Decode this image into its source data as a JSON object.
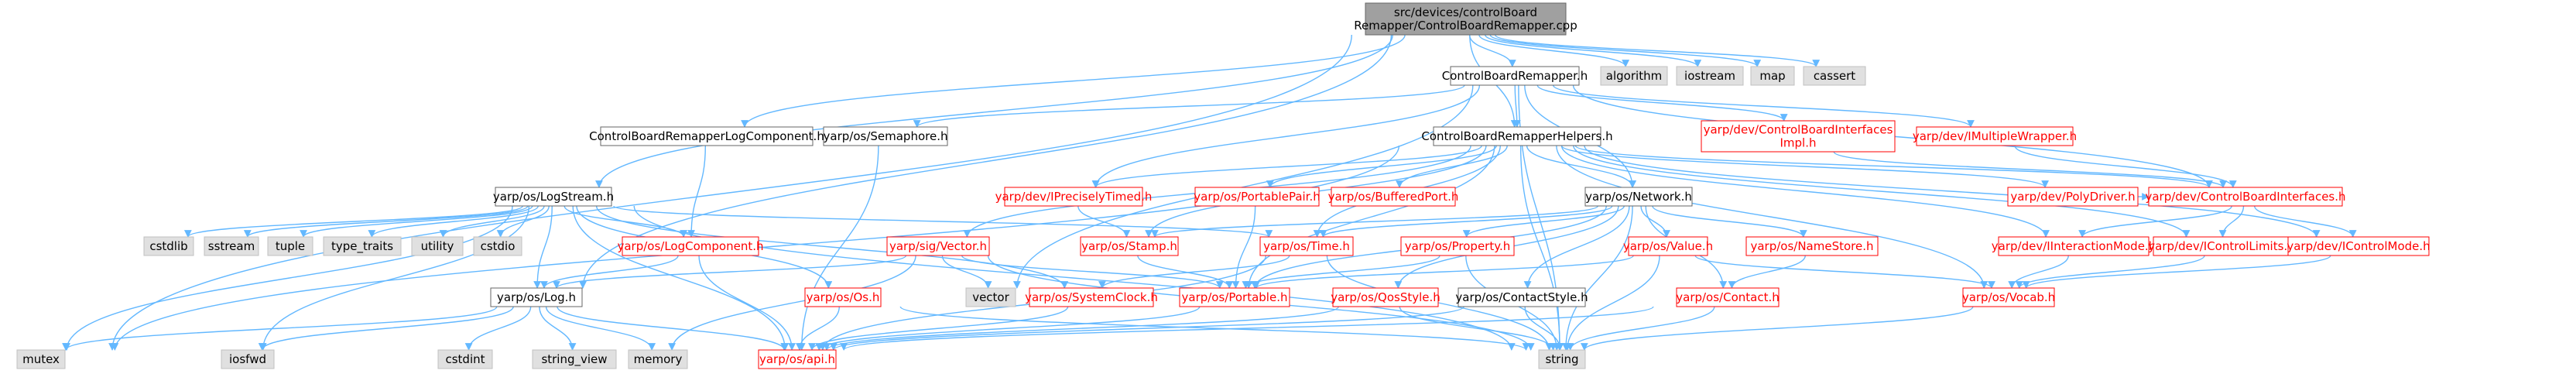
{
  "colors": {
    "root_fill": "#a0a0a0",
    "system_fill": "#e0e0e0",
    "project_fill": "#ffffff",
    "text_default": "#000000",
    "text_incomplete": "#ff0000",
    "border_default": "#666666",
    "border_incomplete": "#ff0000",
    "edge": "#63b8ff"
  },
  "nodes": {
    "root": {
      "lines": [
        "src/devices/controlBoard",
        "Remapper/ControlBoardRemapper.cpp"
      ],
      "kind": "root"
    },
    "cbr_h": {
      "lines": [
        "ControlBoardRemapper.h"
      ],
      "kind": "project"
    },
    "algorithm": {
      "lines": [
        "algorithm"
      ],
      "kind": "system"
    },
    "iostream": {
      "lines": [
        "iostream"
      ],
      "kind": "system"
    },
    "map": {
      "lines": [
        "map"
      ],
      "kind": "system"
    },
    "cassert": {
      "lines": [
        "cassert"
      ],
      "kind": "system"
    },
    "cbr_logcomp": {
      "lines": [
        "ControlBoardRemapperLogComponent.h"
      ],
      "kind": "project"
    },
    "semaphore": {
      "lines": [
        "yarp/os/Semaphore.h"
      ],
      "kind": "project"
    },
    "cbr_helpers": {
      "lines": [
        "ControlBoardRemapperHelpers.h"
      ],
      "kind": "project"
    },
    "cbi_impl": {
      "lines": [
        "yarp/dev/ControlBoardInterfaces",
        "Impl.h"
      ],
      "kind": "incomplete"
    },
    "imultiwrap": {
      "lines": [
        "yarp/dev/IMultipleWrapper.h"
      ],
      "kind": "incomplete"
    },
    "logstream": {
      "lines": [
        "yarp/os/LogStream.h"
      ],
      "kind": "project"
    },
    "iprecisely": {
      "lines": [
        "yarp/dev/IPreciselyTimed.h"
      ],
      "kind": "incomplete"
    },
    "portablepair": {
      "lines": [
        "yarp/os/PortablePair.h"
      ],
      "kind": "incomplete"
    },
    "bufferedport": {
      "lines": [
        "yarp/os/BufferedPort.h"
      ],
      "kind": "incomplete"
    },
    "network": {
      "lines": [
        "yarp/os/Network.h"
      ],
      "kind": "project"
    },
    "polydriver": {
      "lines": [
        "yarp/dev/PolyDriver.h"
      ],
      "kind": "incomplete"
    },
    "cbi": {
      "lines": [
        "yarp/dev/ControlBoardInterfaces.h"
      ],
      "kind": "incomplete"
    },
    "cstdlib": {
      "lines": [
        "cstdlib"
      ],
      "kind": "system"
    },
    "sstream": {
      "lines": [
        "sstream"
      ],
      "kind": "system"
    },
    "tuple": {
      "lines": [
        "tuple"
      ],
      "kind": "system"
    },
    "type_traits": {
      "lines": [
        "type_traits"
      ],
      "kind": "system"
    },
    "utility": {
      "lines": [
        "utility"
      ],
      "kind": "system"
    },
    "cstdio": {
      "lines": [
        "cstdio"
      ],
      "kind": "system"
    },
    "logcomp": {
      "lines": [
        "yarp/os/LogComponent.h"
      ],
      "kind": "incomplete"
    },
    "sigvector": {
      "lines": [
        "yarp/sig/Vector.h"
      ],
      "kind": "incomplete"
    },
    "stamp": {
      "lines": [
        "yarp/os/Stamp.h"
      ],
      "kind": "incomplete"
    },
    "time": {
      "lines": [
        "yarp/os/Time.h"
      ],
      "kind": "incomplete"
    },
    "property": {
      "lines": [
        "yarp/os/Property.h"
      ],
      "kind": "incomplete"
    },
    "value": {
      "lines": [
        "yarp/os/Value.h"
      ],
      "kind": "incomplete"
    },
    "namestore": {
      "lines": [
        "yarp/os/NameStore.h"
      ],
      "kind": "incomplete"
    },
    "iinteraction": {
      "lines": [
        "yarp/dev/IInteractionMode.h"
      ],
      "kind": "incomplete"
    },
    "icontrollimits": {
      "lines": [
        "yarp/dev/IControlLimits.h"
      ],
      "kind": "incomplete"
    },
    "icontrolmode": {
      "lines": [
        "yarp/dev/IControlMode.h"
      ],
      "kind": "incomplete"
    },
    "os_h": {
      "lines": [
        "yarp/os/Os.h"
      ],
      "kind": "incomplete"
    },
    "vector": {
      "lines": [
        "vector"
      ],
      "kind": "system"
    },
    "systemclock": {
      "lines": [
        "yarp/os/SystemClock.h"
      ],
      "kind": "incomplete"
    },
    "portable": {
      "lines": [
        "yarp/os/Portable.h"
      ],
      "kind": "incomplete"
    },
    "qosstyle": {
      "lines": [
        "yarp/os/QosStyle.h"
      ],
      "kind": "incomplete"
    },
    "contactstyle": {
      "lines": [
        "yarp/os/ContactStyle.h"
      ],
      "kind": "project"
    },
    "contact": {
      "lines": [
        "yarp/os/Contact.h"
      ],
      "kind": "incomplete"
    },
    "vocab": {
      "lines": [
        "yarp/os/Vocab.h"
      ],
      "kind": "incomplete"
    },
    "log": {
      "lines": [
        "yarp/os/Log.h"
      ],
      "kind": "project"
    },
    "mutex": {
      "lines": [
        "mutex"
      ],
      "kind": "system"
    },
    "iosfwd": {
      "lines": [
        "iosfwd"
      ],
      "kind": "system"
    },
    "cstdint": {
      "lines": [
        "cstdint"
      ],
      "kind": "system"
    },
    "string_view": {
      "lines": [
        "string_view"
      ],
      "kind": "system"
    },
    "memory": {
      "lines": [
        "memory"
      ],
      "kind": "system"
    },
    "api": {
      "lines": [
        "yarp/os/api.h"
      ],
      "kind": "incomplete"
    },
    "string": {
      "lines": [
        "string"
      ],
      "kind": "system"
    }
  },
  "edges": [
    [
      "root",
      "cbr_h"
    ],
    [
      "root",
      "algorithm"
    ],
    [
      "root",
      "iostream"
    ],
    [
      "root",
      "map"
    ],
    [
      "root",
      "cassert"
    ],
    [
      "root",
      "cbr_helpers"
    ],
    [
      "root",
      "logstream"
    ],
    [
      "root",
      "log"
    ],
    [
      "root",
      "mutex"
    ],
    [
      "root",
      "cbr_logcomp"
    ],
    [
      "cbr_h",
      "semaphore"
    ],
    [
      "cbr_h",
      "cbr_helpers"
    ],
    [
      "cbr_h",
      "cbi_impl"
    ],
    [
      "cbr_h",
      "imultiwrap"
    ],
    [
      "cbr_h",
      "iprecisely"
    ],
    [
      "cbr_h",
      "network"
    ],
    [
      "cbr_h",
      "cbi"
    ],
    [
      "cbr_h",
      "vector"
    ],
    [
      "cbr_h",
      "string"
    ],
    [
      "cbr_logcomp",
      "logcomp"
    ],
    [
      "semaphore",
      "api"
    ],
    [
      "cbi_impl",
      "cbi"
    ],
    [
      "imultiwrap",
      "cbi"
    ],
    [
      "cbr_helpers",
      "iprecisely"
    ],
    [
      "cbr_helpers",
      "portablepair"
    ],
    [
      "cbr_helpers",
      "bufferedport"
    ],
    [
      "cbr_helpers",
      "network"
    ],
    [
      "cbr_helpers",
      "polydriver"
    ],
    [
      "cbr_helpers",
      "cbi"
    ],
    [
      "cbr_helpers",
      "sigvector"
    ],
    [
      "cbr_helpers",
      "stamp"
    ],
    [
      "cbr_helpers",
      "time"
    ],
    [
      "cbr_helpers",
      "mutex"
    ],
    [
      "cbr_helpers",
      "string"
    ],
    [
      "cbr_helpers",
      "iinteraction"
    ],
    [
      "cbr_helpers",
      "icontrollimits"
    ],
    [
      "cbr_helpers",
      "icontrolmode"
    ],
    [
      "cbr_helpers",
      "vocab"
    ],
    [
      "cbr_helpers",
      "portable"
    ],
    [
      "logstream",
      "cstdlib"
    ],
    [
      "logstream",
      "sstream"
    ],
    [
      "logstream",
      "tuple"
    ],
    [
      "logstream",
      "type_traits"
    ],
    [
      "logstream",
      "utility"
    ],
    [
      "logstream",
      "cstdio"
    ],
    [
      "logstream",
      "logcomp"
    ],
    [
      "logstream",
      "log"
    ],
    [
      "logstream",
      "os_h"
    ],
    [
      "logstream",
      "systemclock"
    ],
    [
      "logstream",
      "time"
    ],
    [
      "logstream",
      "api"
    ],
    [
      "logstream",
      "iosfwd"
    ],
    [
      "logstream",
      "mutex"
    ],
    [
      "logstream",
      "string"
    ],
    [
      "logcomp",
      "log"
    ],
    [
      "logcomp",
      "api"
    ],
    [
      "iprecisely",
      "stamp"
    ],
    [
      "portablepair",
      "portable"
    ],
    [
      "network",
      "stamp"
    ],
    [
      "network",
      "time"
    ],
    [
      "network",
      "property"
    ],
    [
      "network",
      "value"
    ],
    [
      "network",
      "namestore"
    ],
    [
      "network",
      "contactstyle"
    ],
    [
      "network",
      "contact"
    ],
    [
      "network",
      "qosstyle"
    ],
    [
      "network",
      "portable"
    ],
    [
      "network",
      "string"
    ],
    [
      "polydriver",
      "cbi"
    ],
    [
      "cbi",
      "iinteraction"
    ],
    [
      "cbi",
      "icontrollimits"
    ],
    [
      "cbi",
      "icontrolmode"
    ],
    [
      "sigvector",
      "log"
    ],
    [
      "sigvector",
      "vector"
    ],
    [
      "sigvector",
      "portable"
    ],
    [
      "sigvector",
      "memory"
    ],
    [
      "sigvector",
      "string"
    ],
    [
      "stamp",
      "portable"
    ],
    [
      "time",
      "systemclock"
    ],
    [
      "time",
      "string"
    ],
    [
      "time",
      "api"
    ],
    [
      "property",
      "portable"
    ],
    [
      "property",
      "string"
    ],
    [
      "value",
      "portable"
    ],
    [
      "value",
      "vocab"
    ],
    [
      "value",
      "string"
    ],
    [
      "namestore",
      "contact"
    ],
    [
      "iinteraction",
      "vocab"
    ],
    [
      "icontrollimits",
      "vocab"
    ],
    [
      "icontrolmode",
      "vocab"
    ],
    [
      "os_h",
      "api"
    ],
    [
      "os_h",
      "string"
    ],
    [
      "systemclock",
      "api"
    ],
    [
      "portable",
      "api"
    ],
    [
      "qosstyle",
      "api"
    ],
    [
      "qosstyle",
      "string"
    ],
    [
      "contactstyle",
      "api"
    ],
    [
      "contactstyle",
      "string"
    ],
    [
      "contact",
      "api"
    ],
    [
      "contact",
      "string"
    ],
    [
      "vocab",
      "string"
    ],
    [
      "log",
      "mutex"
    ],
    [
      "log",
      "iosfwd"
    ],
    [
      "log",
      "cstdint"
    ],
    [
      "log",
      "string_view"
    ],
    [
      "log",
      "memory"
    ],
    [
      "log",
      "api"
    ]
  ]
}
